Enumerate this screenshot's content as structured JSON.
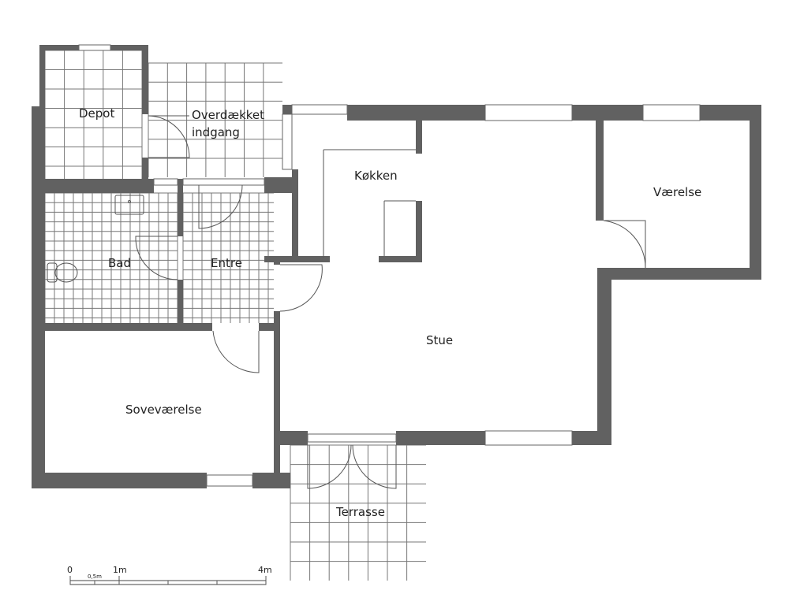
{
  "rooms": {
    "depot": "Depot",
    "overdaekket_1": "Overdækket",
    "overdaekket_2": "indgang",
    "koekken": "Køkken",
    "vaerelse": "Værelse",
    "bad": "Bad",
    "entre": "Entre",
    "stue": "Stue",
    "sovevaerelse": "Soveværelse",
    "terrasse": "Terrasse"
  },
  "scale": {
    "zero": "0",
    "half": "0,5m",
    "one": "1m",
    "four": "4m"
  },
  "colors": {
    "wall": "#616161"
  }
}
